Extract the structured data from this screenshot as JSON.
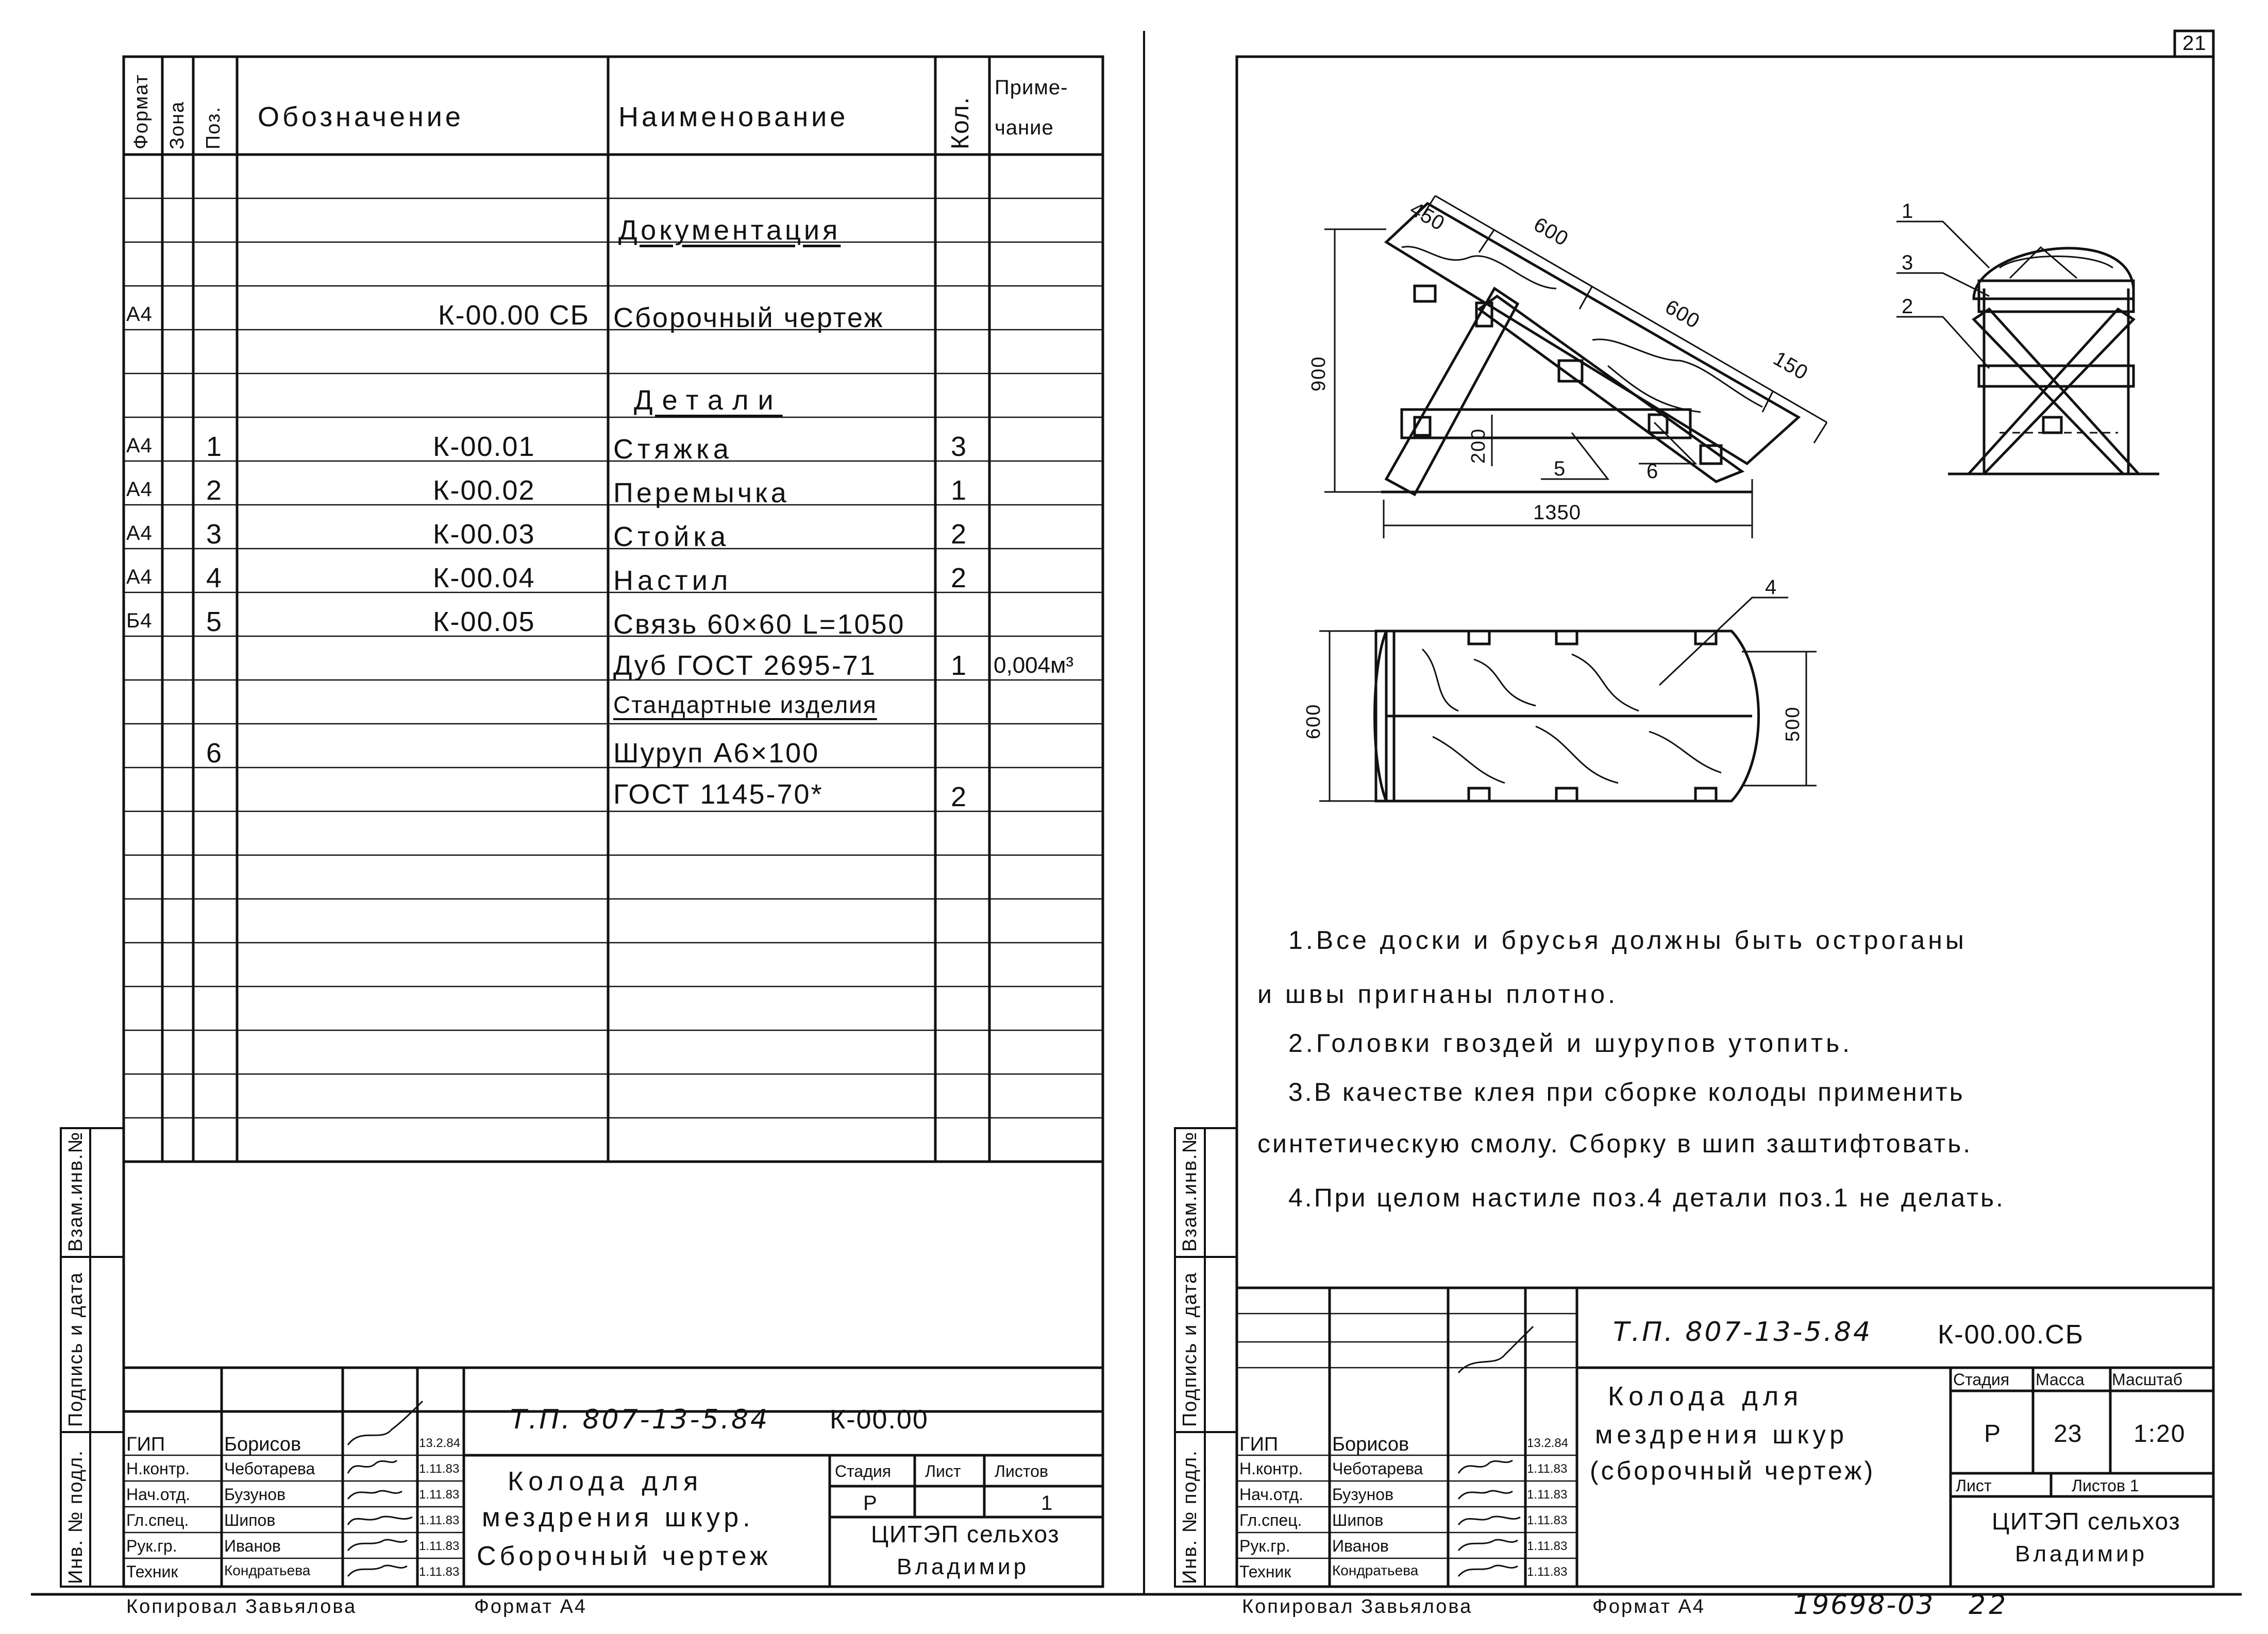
{
  "sheet_number": "21",
  "spec": {
    "headers": {
      "format": "Формат",
      "zone": "Зона",
      "pos": "Поз.",
      "designation": "Обозначение",
      "name": "Наименование",
      "qty": "Кол.",
      "note_line1": "Приме-",
      "note_line2": "чание"
    },
    "rows": [
      {
        "format": "",
        "pos": "",
        "designation": "",
        "name": "Документация",
        "qty": "",
        "note": ""
      },
      {
        "format": "А4",
        "pos": "",
        "designation": "К-00.00 СБ",
        "name": "Сборочный чертеж",
        "qty": "",
        "note": ""
      },
      {
        "format": "",
        "pos": "",
        "designation": "",
        "name": "Детали",
        "qty": "",
        "note": ""
      },
      {
        "format": "А4",
        "pos": "1",
        "designation": "К-00.01",
        "name": "Стяжка",
        "qty": "3",
        "note": ""
      },
      {
        "format": "А4",
        "pos": "2",
        "designation": "К-00.02",
        "name": "Перемычка",
        "qty": "1",
        "note": ""
      },
      {
        "format": "А4",
        "pos": "3",
        "designation": "К-00.03",
        "name": "Стойка",
        "qty": "2",
        "note": ""
      },
      {
        "format": "А4",
        "pos": "4",
        "designation": "К-00.04",
        "name": "Настил",
        "qty": "2",
        "note": ""
      },
      {
        "format": "Б4",
        "pos": "5",
        "designation": "К-00.05",
        "name": "Связь 60×60 L=1050",
        "qty": "",
        "note": ""
      },
      {
        "format": "",
        "pos": "",
        "designation": "",
        "name": "Дуб ГОСТ 2695-71",
        "qty": "1",
        "note": "0,004м³"
      },
      {
        "format": "",
        "pos": "",
        "designation": "",
        "name": "Стандартные изделия",
        "qty": "",
        "note": ""
      },
      {
        "format": "",
        "pos": "6",
        "designation": "",
        "name": "Шуруп А6×100",
        "qty": "",
        "note": ""
      },
      {
        "format": "",
        "pos": "",
        "designation": "",
        "name": "ГОСТ 1145-70*",
        "qty": "2",
        "note": ""
      }
    ]
  },
  "side_labels": {
    "inv_podl": "Инв. № подл.",
    "podpis": "Подпись и дата",
    "vzam": "Взам.инв.№"
  },
  "left_stamp": {
    "doc_code": "Т.П. 807-13-5.84",
    "doc_number": "К-00.00",
    "title_line1": "Колода для",
    "title_line2": "мездрения шкур.",
    "title_line3": "Сборочный чертеж",
    "stage_label": "Стадия",
    "sheet_label": "Лист",
    "sheets_label": "Листов",
    "stage": "Р",
    "sheets": "1",
    "org_line1": "ЦИТЭП сельхоз",
    "org_line2": "Владимир",
    "people": [
      {
        "role": "ГИП",
        "name": "Борисов",
        "date": "13.2.84"
      },
      {
        "role": "Н.контр.",
        "name": "Чеботарева",
        "date": "1.11.83"
      },
      {
        "role": "Нач.отд.",
        "name": "Бузунов",
        "date": "1.11.83"
      },
      {
        "role": "Гл.спец.",
        "name": "Шипов",
        "date": "1.11.83"
      },
      {
        "role": "Рук.гр.",
        "name": "Иванов",
        "date": "1.11.83"
      },
      {
        "role": "Техник",
        "name": "Кондратьева",
        "date": "1.11.83"
      }
    ],
    "copied": "Копировал Завьялова",
    "format": "Формат А4"
  },
  "right_stamp": {
    "doc_code": "Т.П. 807-13-5.84",
    "doc_number": "К-00.00.СБ",
    "title_line1": "Колода для",
    "title_line2": "мездрения шкур",
    "title_line3": "(сборочный чертеж)",
    "stage_label": "Стадия",
    "mass_label": "Масса",
    "scale_label": "Масштаб",
    "stage": "Р",
    "mass": "23",
    "scale": "1:20",
    "sheet_label": "Лист",
    "sheets_label": "Листов 1",
    "org_line1": "ЦИТЭП сельхоз",
    "org_line2": "Владимир",
    "people": [
      {
        "role": "ГИП",
        "name": "Борисов",
        "date": "13.2.84"
      },
      {
        "role": "Н.контр.",
        "name": "Чеботарева",
        "date": "1.11.83"
      },
      {
        "role": "Нач.отд.",
        "name": "Бузунов",
        "date": "1.11.83"
      },
      {
        "role": "Гл.спец.",
        "name": "Шипов",
        "date": "1.11.83"
      },
      {
        "role": "Рук.гр.",
        "name": "Иванов",
        "date": "1.11.83"
      },
      {
        "role": "Техник",
        "name": "Кондратьева",
        "date": "1.11.83"
      }
    ],
    "copied": "Копировал Завьялова",
    "format": "Формат А4",
    "archive": "19698-03",
    "page": "22"
  },
  "drawing": {
    "dims": {
      "d450": "450",
      "d600a": "600",
      "d600b": "600",
      "d150": "150",
      "d900": "900",
      "d200": "200",
      "d1350": "1350",
      "d600h": "600",
      "d500": "500"
    },
    "callouts": {
      "c1": "1",
      "c2": "2",
      "c3": "3",
      "c4": "4",
      "c5": "5",
      "c6": "6"
    }
  },
  "notes": {
    "n1a": "1.Все доски и брусья должны быть остроганы",
    "n1b": "и швы пригнаны плотно.",
    "n2": "2.Головки гвоздей и шурупов утопить.",
    "n3a": "3.В качестве клея при сборке колоды применить",
    "n3b": "синтетическую смолу. Сборку в шип заштифтовать.",
    "n4": "4.При целом настиле поз.4 детали поз.1 не делать."
  }
}
